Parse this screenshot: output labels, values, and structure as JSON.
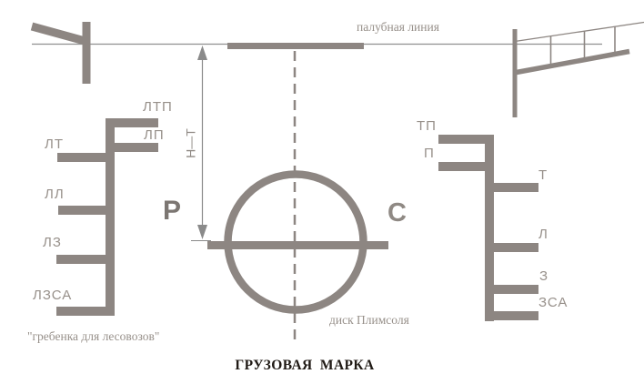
{
  "title": "ГРУЗОВАЯ МАРКА",
  "deck_line": {
    "label": "палубная линия"
  },
  "plimsoll_disk": {
    "caption": "диск Плимсоля",
    "left_letter": "Р",
    "right_letter": "С",
    "freeboard_dimension": "Н—Т"
  },
  "timber_comb": {
    "caption": "\"гребенка для лесовозов\"",
    "marks": [
      {
        "id": "ltp",
        "label": "ЛТП"
      },
      {
        "id": "lp",
        "label": "ЛП"
      },
      {
        "id": "lt",
        "label": "ЛТ"
      },
      {
        "id": "ll",
        "label": "ЛЛ"
      },
      {
        "id": "lz",
        "label": "ЛЗ"
      },
      {
        "id": "lzsa",
        "label": "ЛЗСА"
      }
    ]
  },
  "main_comb": {
    "marks": [
      {
        "id": "tp",
        "label": "ТП"
      },
      {
        "id": "p",
        "label": "П"
      },
      {
        "id": "t",
        "label": "Т"
      },
      {
        "id": "l",
        "label": "Л"
      },
      {
        "id": "z",
        "label": "З"
      },
      {
        "id": "zsa",
        "label": "ЗСА"
      }
    ]
  },
  "colors": {
    "shape_grey": "#8d8682",
    "label_grey": "#97908a",
    "thin_line_grey": "#8f8f8f",
    "title_black": "#201a15"
  }
}
